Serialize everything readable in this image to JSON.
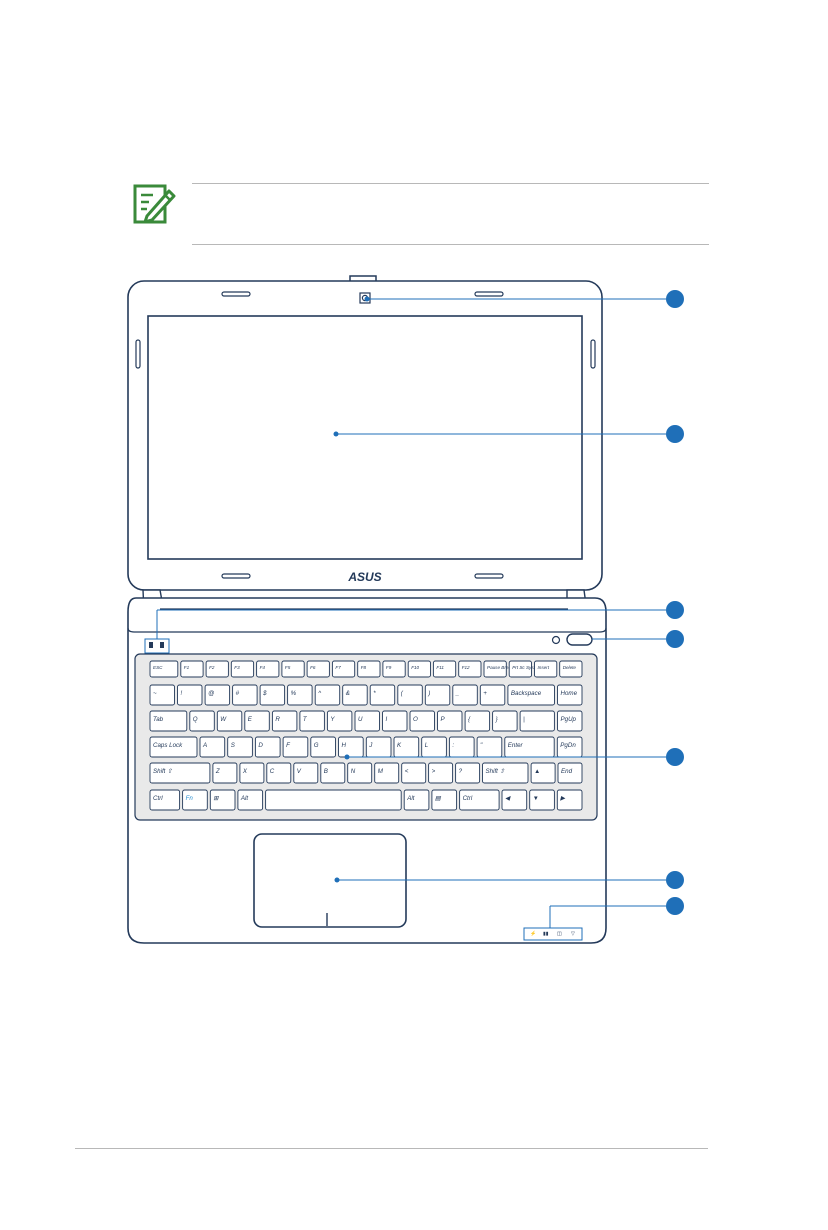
{
  "logo_text": "ASUS",
  "keyboard": {
    "rows": [
      [
        {
          "l": "ESC",
          "w": 1
        },
        {
          "l": "F1",
          "w": 0.8
        },
        {
          "l": "F2",
          "w": 0.8
        },
        {
          "l": "F3",
          "w": 0.8
        },
        {
          "l": "F4",
          "w": 0.8
        },
        {
          "l": "F5",
          "w": 0.8
        },
        {
          "l": "F6",
          "w": 0.8
        },
        {
          "l": "F7",
          "w": 0.8
        },
        {
          "l": "F8",
          "w": 0.8
        },
        {
          "l": "F9",
          "w": 0.8
        },
        {
          "l": "F10",
          "w": 0.8
        },
        {
          "l": "F11",
          "w": 0.8
        },
        {
          "l": "F12",
          "w": 0.8
        },
        {
          "l": "Pause Break",
          "w": 0.8
        },
        {
          "l": "Prt Sc SysRq",
          "w": 0.8
        },
        {
          "l": "Insert",
          "w": 0.8
        },
        {
          "l": "Delete",
          "w": 0.8
        }
      ],
      [
        {
          "l": "~",
          "w": 1
        },
        {
          "l": "!",
          "w": 1
        },
        {
          "l": "@",
          "w": 1
        },
        {
          "l": "#",
          "w": 1
        },
        {
          "l": "$",
          "w": 1
        },
        {
          "l": "%",
          "w": 1
        },
        {
          "l": "^",
          "w": 1
        },
        {
          "l": "&",
          "w": 1
        },
        {
          "l": "*",
          "w": 1
        },
        {
          "l": "(",
          "w": 1
        },
        {
          "l": ")",
          "w": 1
        },
        {
          "l": "_",
          "w": 1
        },
        {
          "l": "+",
          "w": 1
        },
        {
          "l": "Backspace",
          "w": 1.9
        },
        {
          "l": "Home",
          "w": 1
        }
      ],
      [
        {
          "l": "Tab",
          "w": 1.5
        },
        {
          "l": "Q",
          "w": 1
        },
        {
          "l": "W",
          "w": 1
        },
        {
          "l": "E",
          "w": 1
        },
        {
          "l": "R",
          "w": 1
        },
        {
          "l": "T",
          "w": 1
        },
        {
          "l": "Y",
          "w": 1
        },
        {
          "l": "U",
          "w": 1
        },
        {
          "l": "I",
          "w": 1
        },
        {
          "l": "O",
          "w": 1
        },
        {
          "l": "P",
          "w": 1
        },
        {
          "l": "{",
          "w": 1
        },
        {
          "l": "}",
          "w": 1
        },
        {
          "l": "|",
          "w": 1.4
        },
        {
          "l": "PgUp",
          "w": 1
        }
      ],
      [
        {
          "l": "Caps Lock",
          "w": 1.9
        },
        {
          "l": "A",
          "w": 1
        },
        {
          "l": "S",
          "w": 1
        },
        {
          "l": "D",
          "w": 1
        },
        {
          "l": "F",
          "w": 1
        },
        {
          "l": "G",
          "w": 1
        },
        {
          "l": "H",
          "w": 1
        },
        {
          "l": "J",
          "w": 1
        },
        {
          "l": "K",
          "w": 1
        },
        {
          "l": "L",
          "w": 1
        },
        {
          "l": ":",
          "w": 1
        },
        {
          "l": "\"",
          "w": 1
        },
        {
          "l": "Enter",
          "w": 2
        },
        {
          "l": "PgDn",
          "w": 1
        }
      ],
      [
        {
          "l": "Shift ⇧",
          "w": 2.5
        },
        {
          "l": "Z",
          "w": 1
        },
        {
          "l": "X",
          "w": 1
        },
        {
          "l": "C",
          "w": 1
        },
        {
          "l": "V",
          "w": 1
        },
        {
          "l": "B",
          "w": 1
        },
        {
          "l": "N",
          "w": 1
        },
        {
          "l": "M",
          "w": 1
        },
        {
          "l": "<",
          "w": 1
        },
        {
          "l": ">",
          "w": 1
        },
        {
          "l": "?",
          "w": 1
        },
        {
          "l": "Shift ⇧",
          "w": 1.9
        },
        {
          "l": "▲",
          "w": 1
        },
        {
          "l": "End",
          "w": 1
        }
      ],
      [
        {
          "l": "Ctrl",
          "w": 1.2
        },
        {
          "l": "Fn",
          "w": 1
        },
        {
          "l": "⊞",
          "w": 1
        },
        {
          "l": "Alt",
          "w": 1
        },
        {
          "l": "",
          "w": 5.5
        },
        {
          "l": "Alt",
          "w": 1
        },
        {
          "l": "▤",
          "w": 1
        },
        {
          "l": "Ctrl",
          "w": 1.6
        },
        {
          "l": "◀",
          "w": 1
        },
        {
          "l": "▼",
          "w": 1
        },
        {
          "l": "▶",
          "w": 1
        }
      ]
    ]
  },
  "callouts": [
    "",
    "",
    "",
    "",
    "",
    "",
    ""
  ],
  "colors": {
    "outline": "#243a5a",
    "callout": "#1f6fb8",
    "keyboard_fill": "#e9e9e9",
    "fn_key_text": "#2a8fd0"
  }
}
